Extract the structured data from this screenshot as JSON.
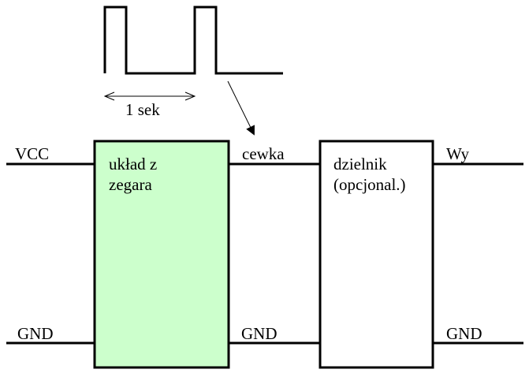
{
  "signal": {
    "period_label": "1 sek"
  },
  "left_block": {
    "label": "układ z zegara",
    "fill_color": "#ccffcc"
  },
  "right_block": {
    "label": "dzielnik (opcjonal.)",
    "fill_color": "#ffffff"
  },
  "wires": {
    "input_top_label": "VCC",
    "input_bottom_label": "GND",
    "middle_top_label": "cewka",
    "middle_bottom_label": "GND",
    "output_top_label": "Wy",
    "output_bottom_label": "GND"
  },
  "colors": {
    "line": "#000000",
    "background": "#ffffff"
  }
}
